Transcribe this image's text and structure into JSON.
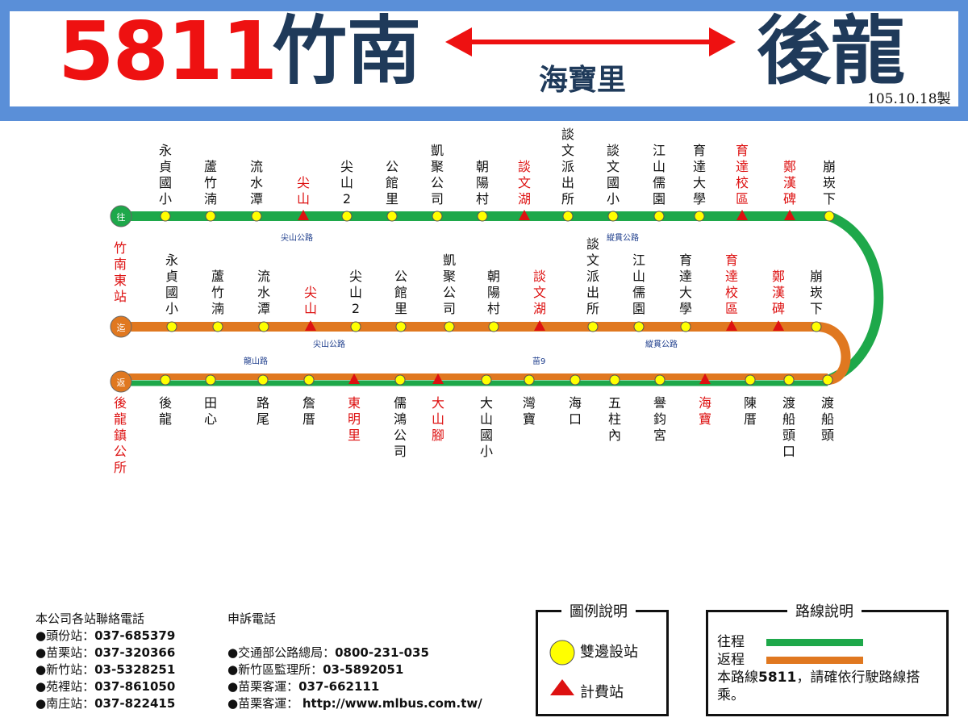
{
  "header": {
    "route_number": "5811",
    "origin": "竹南",
    "destination": "後龍",
    "via": "海寶里",
    "date": "105.10.18製"
  },
  "terminals": {
    "outbound_badge": "往",
    "return_badge": "返",
    "branch_badge": "迄",
    "start_name": "竹南東站",
    "end_name": "後龍鎮公所"
  },
  "colors": {
    "outbound": "#1ea84a",
    "return": "#e07820",
    "stop": "#ffff00",
    "fare": "#dd1111"
  },
  "lines": {
    "top": [
      {
        "name": "永貞國小",
        "type": "stop"
      },
      {
        "name": "蘆竹湳",
        "type": "stop"
      },
      {
        "name": "流水潭",
        "type": "stop"
      },
      {
        "name": "尖山",
        "type": "fare"
      },
      {
        "name": "尖山2",
        "type": "stop"
      },
      {
        "name": "公館里",
        "type": "stop"
      },
      {
        "name": "凱聚公司",
        "type": "stop"
      },
      {
        "name": "朝陽村",
        "type": "stop"
      },
      {
        "name": "談文湖",
        "type": "fare"
      },
      {
        "name": "談文派出所",
        "type": "stop"
      },
      {
        "name": "談文國小",
        "type": "stop"
      },
      {
        "name": "江山儒園",
        "type": "stop"
      },
      {
        "name": "育達大學",
        "type": "stop"
      },
      {
        "name": "育達校區",
        "type": "fare"
      },
      {
        "name": "鄭漢碑",
        "type": "fare"
      },
      {
        "name": "崩崁下",
        "type": "stop"
      }
    ],
    "middle": [
      {
        "name": "永貞國小",
        "type": "stop"
      },
      {
        "name": "蘆竹湳",
        "type": "stop"
      },
      {
        "name": "流水潭",
        "type": "stop"
      },
      {
        "name": "尖山",
        "type": "fare"
      },
      {
        "name": "尖山2",
        "type": "stop"
      },
      {
        "name": "公館里",
        "type": "stop"
      },
      {
        "name": "凱聚公司",
        "type": "stop"
      },
      {
        "name": "朝陽村",
        "type": "stop"
      },
      {
        "name": "談文湖",
        "type": "fare"
      },
      {
        "name": "談文派出所",
        "type": "stop"
      },
      {
        "name": "江山儒園",
        "type": "stop"
      },
      {
        "name": "育達大學",
        "type": "stop"
      },
      {
        "name": "育達校區",
        "type": "fare"
      },
      {
        "name": "鄭漢碑",
        "type": "fare"
      },
      {
        "name": "崩崁下",
        "type": "stop"
      }
    ],
    "bottom": [
      {
        "name": "後龍",
        "type": "stop"
      },
      {
        "name": "田心",
        "type": "stop"
      },
      {
        "name": "路尾",
        "type": "stop"
      },
      {
        "name": "詹厝",
        "type": "stop"
      },
      {
        "name": "東明里",
        "type": "fare"
      },
      {
        "name": "儒鴻公司",
        "type": "stop"
      },
      {
        "name": "大山腳",
        "type": "fare"
      },
      {
        "name": "大山國小",
        "type": "stop"
      },
      {
        "name": "灣寶",
        "type": "stop"
      },
      {
        "name": "海口",
        "type": "stop"
      },
      {
        "name": "五柱內",
        "type": "stop"
      },
      {
        "name": "譽鈞宮",
        "type": "stop"
      },
      {
        "name": "海寶",
        "type": "fare"
      },
      {
        "name": "陳厝",
        "type": "stop"
      },
      {
        "name": "渡船頭口",
        "type": "stop"
      },
      {
        "name": "渡船頭",
        "type": "stop"
      }
    ]
  },
  "road_labels": [
    "尖山公路",
    "縱貫公路",
    "尖山公路",
    "縱貫公路",
    "龍山路",
    "苗9"
  ],
  "contacts": {
    "title": "本公司各站聯絡電話",
    "items": [
      {
        "label": "●頭份站：",
        "phone": "037-685379"
      },
      {
        "label": "●苗栗站：",
        "phone": "037-320366"
      },
      {
        "label": "●新竹站：",
        "phone": "03-5328251"
      },
      {
        "label": "●苑裡站：",
        "phone": "037-861050"
      },
      {
        "label": "●南庄站：",
        "phone": "037-822415"
      }
    ]
  },
  "complaints": {
    "title": "申訴電話",
    "items": [
      {
        "label": "●交通部公路總局：",
        "phone": "0800-231-035"
      },
      {
        "label": "●新竹區監理所：",
        "phone": "03-5892051"
      },
      {
        "label": "●苗栗客運：",
        "phone": "037-662111"
      },
      {
        "label": "●苗栗客運： ",
        "phone": "http://www.mlbus.com.tw/"
      }
    ]
  },
  "legend": {
    "title": "圖例說明",
    "stop_label": "雙邊設站",
    "fare_label": "計費站"
  },
  "route_note": {
    "title": "路線說明",
    "outbound_label": "往程",
    "return_label": "返程",
    "note_prefix": "本路線",
    "note_route": "5811",
    "note_suffix": "，請確依行駛路線搭乘。"
  }
}
